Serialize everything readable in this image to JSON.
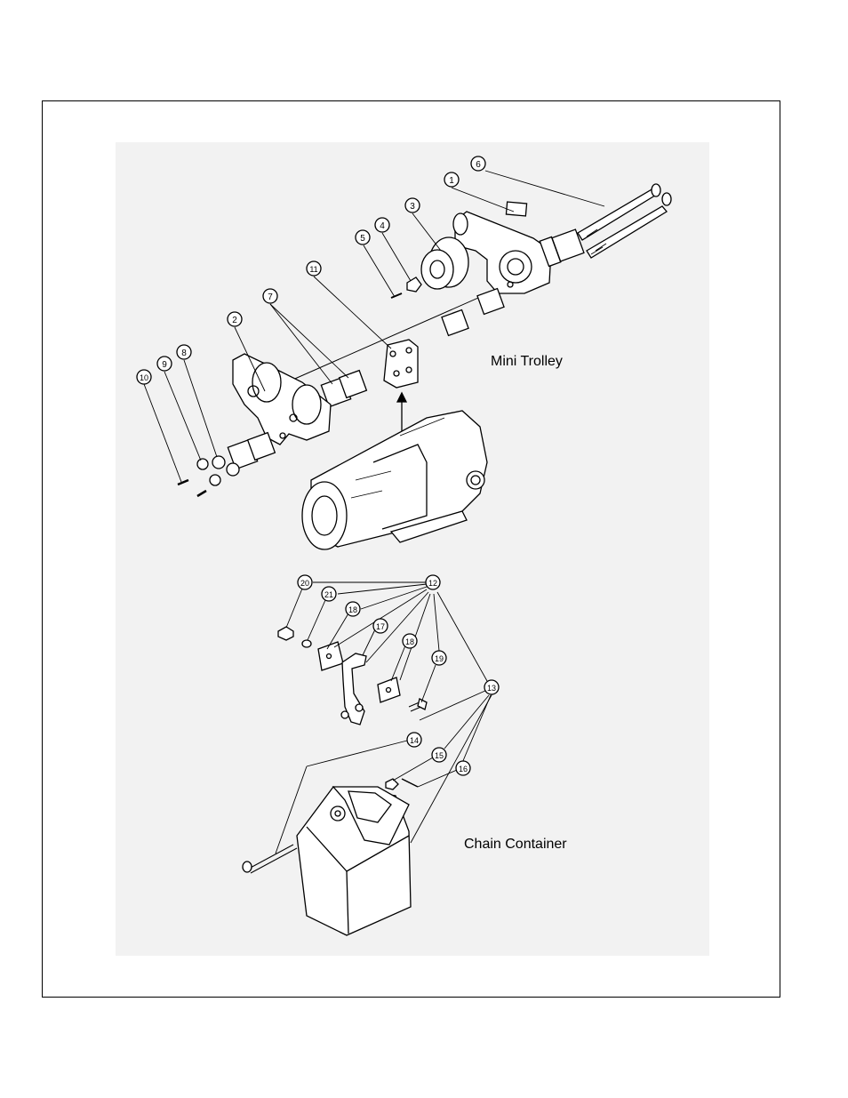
{
  "labels": {
    "mini_trolley": "Mini Trolley",
    "chain_container": "Chain Container"
  },
  "callouts": [
    "1",
    "2",
    "3",
    "4",
    "5",
    "6",
    "7",
    "8",
    "9",
    "10",
    "11",
    "12",
    "13",
    "14",
    "15",
    "16",
    "17",
    "18",
    "18",
    "19",
    "20",
    "21"
  ]
}
